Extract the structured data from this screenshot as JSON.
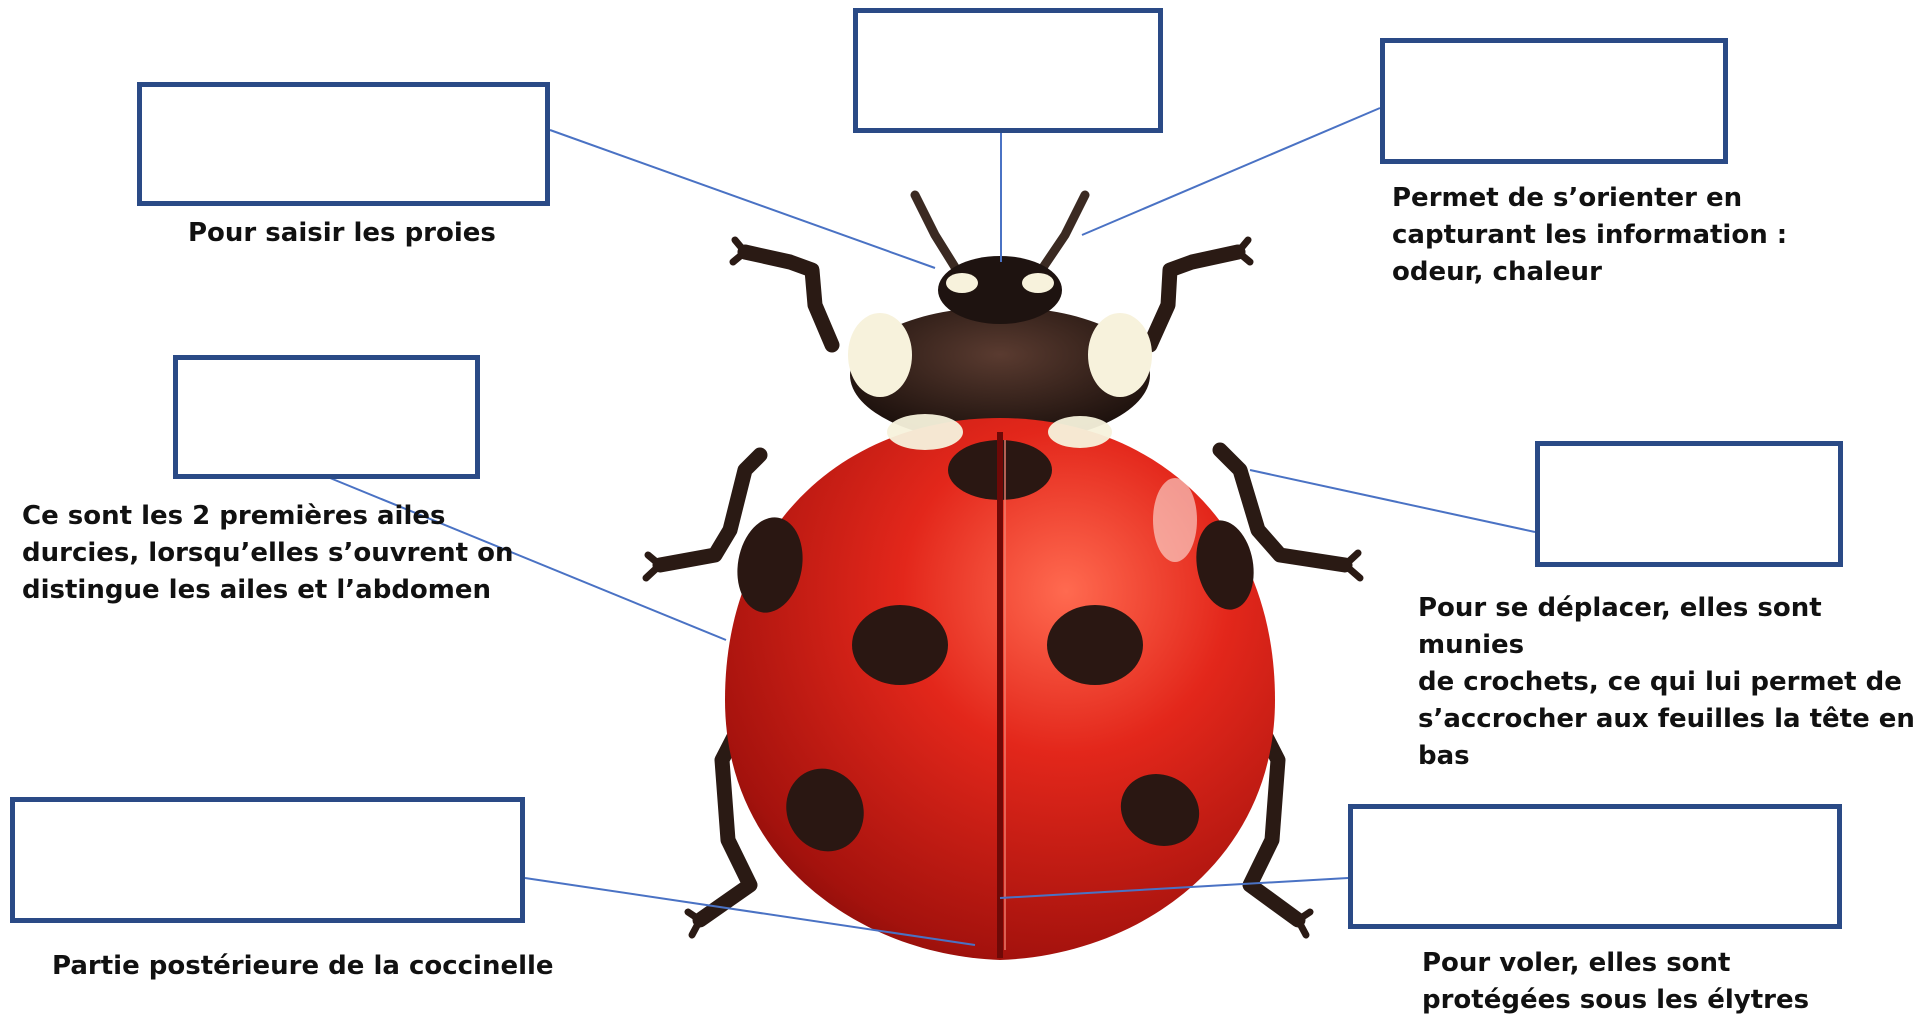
{
  "diagram": {
    "subject": "coccinelle",
    "labels": [
      {
        "id": "pattes-avant",
        "answer": "",
        "caption": "Pour saisir les proies"
      },
      {
        "id": "tete",
        "answer": "",
        "caption": ""
      },
      {
        "id": "antennes",
        "answer": "",
        "caption": "Permet de s’orienter en\ncapturant les information :\nodeur, chaleur"
      },
      {
        "id": "elytres",
        "answer": "",
        "caption": "Ce sont les 2 premières ailes\ndurcies, lorsqu’elles s’ouvrent on\ndistingue les ailes et l’abdomen"
      },
      {
        "id": "pattes",
        "answer": "",
        "caption": "Pour se déplacer, elles sont munies\nde crochets, ce qui lui permet de\ns’accrocher aux feuilles la tête en bas"
      },
      {
        "id": "abdomen",
        "answer": "",
        "caption": "Partie postérieure de la coccinelle"
      },
      {
        "id": "ailes",
        "answer": "",
        "caption": "Pour voler, elles sont\nprotégées sous les élytres"
      }
    ],
    "colors": {
      "box_border": "#2a4a86",
      "leader_line": "#4a72c4",
      "shell": "#d8231a",
      "spots": "#2a1712",
      "head": "#1e1310",
      "highlight": "#f7f2dc"
    }
  }
}
